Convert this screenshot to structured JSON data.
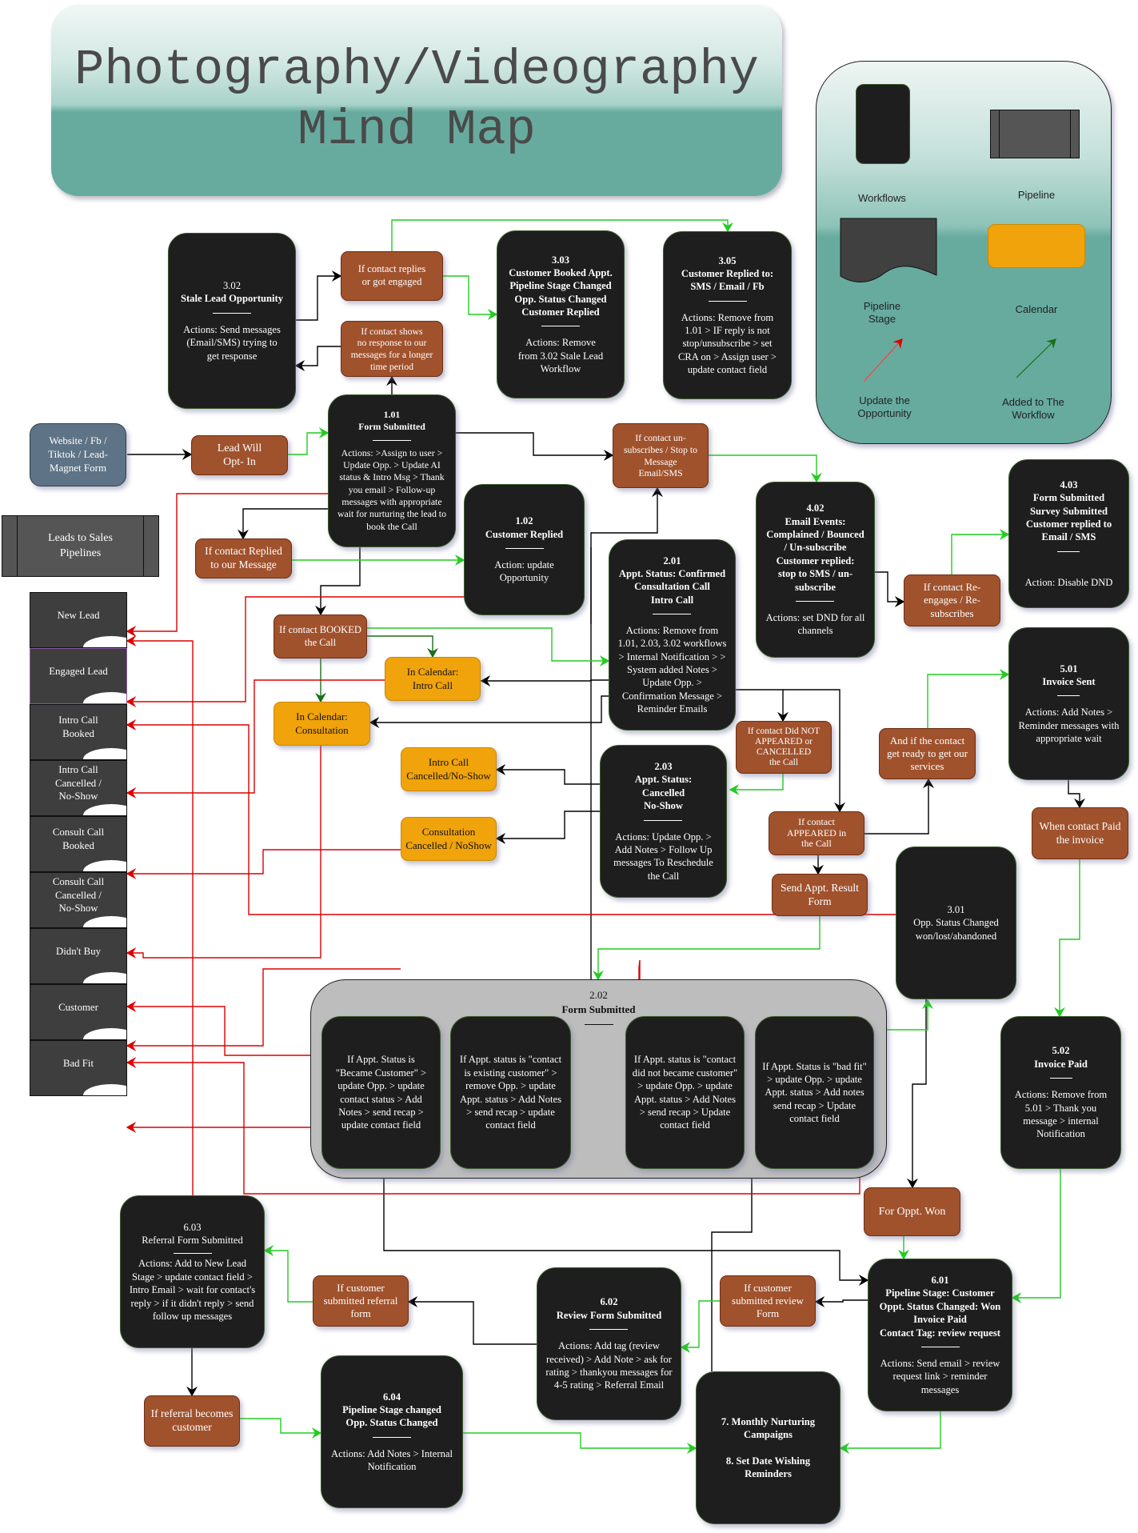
{
  "title": "Photography/Videography\nMind Map",
  "legend": {
    "workflows": "Workflows",
    "pipeline": "Pipeline",
    "pipeline_stage": "Pipeline\nStage",
    "calendar": "Calendar",
    "update_opportunity": "Update the\nOpportunity",
    "added_to_workflow": "Added to The\nWorkflow",
    "colors": {
      "update": "#ff4040",
      "added": "#1f7a1f"
    }
  },
  "source": "Website / Fb /\nTiktok / Lead-\nMagnet Form",
  "pipeline_header": "Leads to Sales\nPipelines",
  "stages": [
    "New Lead",
    "Engaged Lead",
    "Intro Call\nBooked",
    "Intro Call\nCancelled /\nNo-Show",
    "Consult Call\nBooked",
    "Consult Call\nCancelled /\nNo-Show",
    "Didn't Buy",
    "Customer",
    "Bad Fit"
  ],
  "workflows": {
    "w302": {
      "number": "3.02",
      "title": "Stale Lead Opportunity",
      "actions": "Actions: Send messages\n(Email/SMS) trying to\nget response"
    },
    "w303": {
      "number": "3.03",
      "title": "Customer Booked Appt.\nPipeline Stage Changed\nOpp. Status Changed\nCustomer Replied",
      "actions": "Actions:  Remove\nfrom 3.02 Stale Lead\nWorkflow"
    },
    "w305": {
      "number": "3.05",
      "title": "Customer Replied to:\nSMS / Email / Fb",
      "actions": "Actions: Remove from\n1.01 > IF reply is not\nstop/unsubscribe > set\nCRA on > Assign user >\nupdate contact field"
    },
    "w101": {
      "number": "1.01",
      "title": "Form Submitted",
      "actions": "Actions: >Assign to user >\nUpdate Opp. > Update AI\nstatus & Intro Msg > Thank\nyou email > Follow-up\nmessages with appropriate\nwait for nurturing the lead to\nbook the Call"
    },
    "w102": {
      "number": "1.02",
      "title": "Customer Replied",
      "actions": "Action: update\nOpportunity"
    },
    "w201": {
      "number": "2.01",
      "title": "Appt. Status: Confirmed\nConsultation Call\nIntro Call",
      "actions": "Actions: Remove from\n1.01, 2.03, 3.02 workflows\n> Internal Notification > >\nSystem added Notes >\nUpdate Opp. >\nConfirmation Message >\nReminder Emails"
    },
    "w402": {
      "number": "4.02",
      "title": "Email Events:\nComplained / Bounced\n/ Un-subscribe\nCustomer replied:\nstop to SMS / un-\nsubscribe",
      "actions": "Actions: set DND for all\nchannels"
    },
    "w403": {
      "number": "4.03",
      "title": "Form Submitted\nSurvey Submitted\nCustomer replied to\nEmail / SMS",
      "actions": "Action: Disable DND"
    },
    "w501": {
      "number": "5.01",
      "title": "Invoice Sent",
      "actions": "Actions: Add Notes >\nReminder messages with\nappropriate wait"
    },
    "w203": {
      "number": "2.03",
      "title": "Appt. Status:\nCancelled\nNo-Show",
      "actions": "Actions: Update Opp. >\nAdd Notes > Follow Up\nmessages To Reschedule\nthe Call"
    },
    "w301": {
      "number": "3.01",
      "title": "Opp. Status Changed\nwon/lost/abandoned"
    },
    "w502": {
      "number": "5.02",
      "title": "Invoice Paid",
      "actions": "Actions: Remove from\n5.01 > Thank you\nmessage > internal\nNotification"
    },
    "w603": {
      "number": "6.03",
      "title": "Referral Form Submitted",
      "actions": "Actions: Add to New Lead\nStage > update contact field >\nIntro Email > wait for contact's\nreply > if it didn't reply > send\nfollow up messages"
    },
    "w602": {
      "number": "6.02",
      "title": "Review Form Submitted",
      "actions": "Actions: Add tag (review\nreceived) > Add Note > ask for\nrating > thankyou messages for\n4-5 rating > Referral Email"
    },
    "w604": {
      "number": "6.04",
      "title": "Pipeline Stage changed\nOpp. Status Changed",
      "actions": "Actions:  Add Notes > Internal\nNotification"
    },
    "w601": {
      "number": "6.01",
      "title": "Pipeline Stage: Customer\nOppt. Status Changed: Won\nInvoice Paid\nContact Tag: review request",
      "actions": "Actions: Send email > review\nrequest link > reminder\nmessages"
    },
    "w7": {
      "line1": "7. Monthly Nurturing\nCampaigns",
      "line2": "8. Set Date Wishing\nReminders"
    }
  },
  "group202": {
    "number": "2.02",
    "title": "Form Submitted",
    "cases": [
      "If Appt. Status is\n\"Became Customer\" >\nupdate Opp. > update\ncontact status > Add\nNotes > send recap >\nupdate contact field",
      "If Appt. status is \"contact\nis existing customer\" >\nremove Opp. > update\nAppt. status  > Add Notes\n> send recap > update\ncontact field",
      "If Appt. status is \"contact\ndid not became customer\"\n> update Opp. > update\nAppt. status > Add Notes\n>  send recap > Update\ncontact field",
      "If Appt. Status is \"bad fit\"\n> update Opp. > update\nAppt. status > Add notes\nsend recap > Update\ncontact field"
    ]
  },
  "conditions": {
    "replies": "If contact replies\nor got engaged",
    "no_response": "If contact shows\nno response to our\nmessages for a longer\ntime period",
    "opt_in": "Lead Will\nOpt- In",
    "replied_msg": "If contact Replied\nto our Message",
    "unsubscribes": "If contact un-\nsubscribes / Stop to\nMessage\nEmail/SMS",
    "booked": "If contact BOOKED\nthe Call",
    "reengages": "If contact Re-\nengages / Re-\nsubscribes",
    "not_appeared": "If contact Did NOT\nAPPEARED or\nCANCELLED\nthe Call",
    "appeared": "If contact\nAPPEARED in\nthe Call",
    "send_result": "Send Appt. Result\nForm",
    "ready": "And if the contact\nget ready to get our\nservices",
    "paid": "When contact Paid\nthe invoice",
    "won": "For Oppt. Won",
    "review_form": "If customer\nsubmitted review\nForm",
    "referral_form": "If customer\nsubmitted referral\nform",
    "referral_customer": "If referral becomes\ncustomer"
  },
  "calendar": {
    "intro_call": "In Calendar:\nIntro Call",
    "consultation": "In Calendar:\nConsultation",
    "intro_cancelled": "Intro Call\nCancelled/No-Show",
    "consult_cancelled": "Consultation\nCancelled / NoShow"
  }
}
